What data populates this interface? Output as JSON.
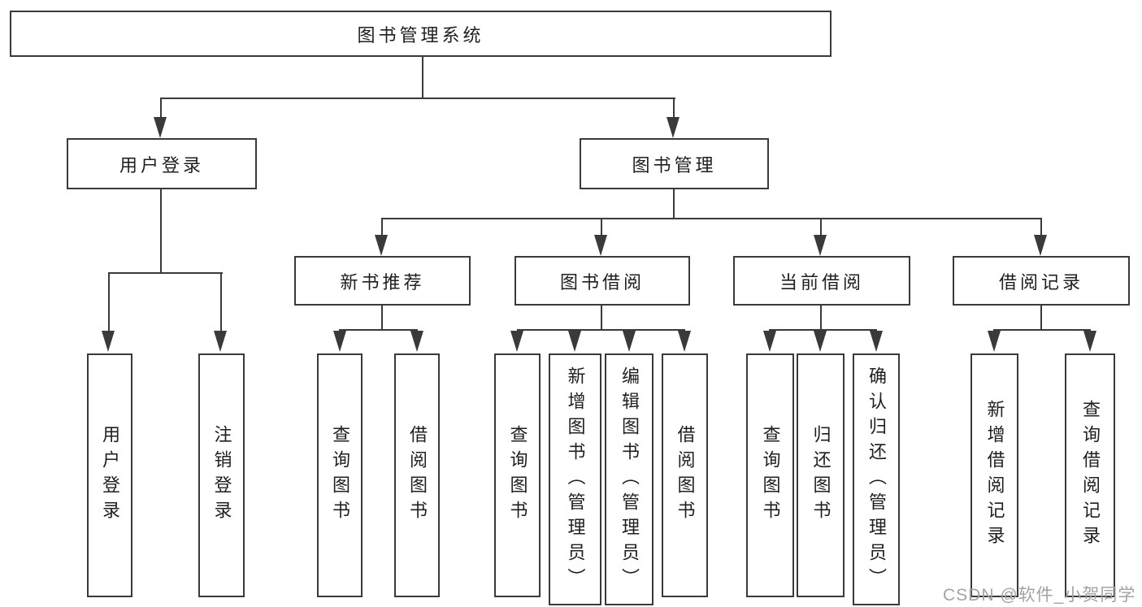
{
  "tree": {
    "root": "图书管理系统",
    "l2": [
      "用户登录",
      "图书管理"
    ],
    "l3": [
      "新书推荐",
      "图书借阅",
      "当前借阅",
      "借阅记录"
    ],
    "leaves": {
      "user": [
        "用户登录",
        "注销登录"
      ],
      "newbook": [
        "查询图书",
        "借阅图书"
      ],
      "borrow": [
        "查询图书",
        "新增图书（管理员）",
        "编辑图书（管理员）",
        "借阅图书"
      ],
      "current": [
        "查询图书",
        "归还图书",
        "确认归还（管理员）"
      ],
      "record": [
        "新增借阅记录",
        "查询借阅记录"
      ]
    }
  },
  "watermark": "CSDN @软件_小贺同学",
  "colors": {
    "line": "#3a3a3a",
    "text": "#1f1f1f",
    "watermark": "#a3a3a3",
    "background": "#ffffff"
  }
}
